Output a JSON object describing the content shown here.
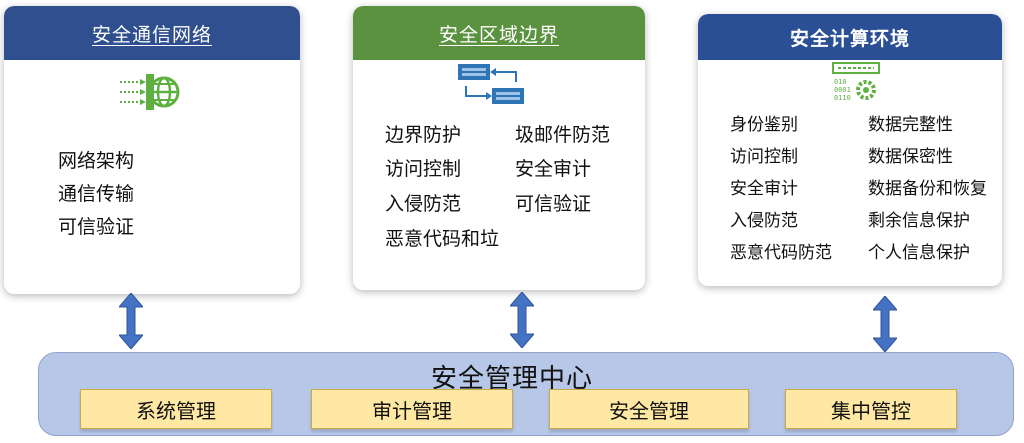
{
  "colors": {
    "network_header": "#2f4f8f",
    "boundary_header": "#5a9240",
    "compute_header": "#2a4f95",
    "center_bg": "#b7c7e7",
    "button_bg": "#ffe8a3",
    "arrow": "#4472c4"
  },
  "network": {
    "title": "安全通信网络",
    "icon": "network-globe-icon",
    "items": [
      "网络架构",
      "通信传输",
      "可信验证"
    ]
  },
  "boundary": {
    "title": "安全区域边界",
    "icon": "server-exchange-icon",
    "items_left": [
      "边界防护",
      "访问控制",
      "入侵防范",
      "恶意代码和垃"
    ],
    "items_right": [
      "圾邮件防范",
      "安全审计",
      "可信验证"
    ]
  },
  "compute": {
    "title": "安全计算环境",
    "icon": "code-gear-icon",
    "items_left": [
      "身份鉴别",
      "访问控制",
      "安全审计",
      "入侵防范",
      "恶意代码防范"
    ],
    "items_right": [
      "数据完整性",
      "数据保密性",
      "数据备份和恢复",
      "剩余信息保护",
      "个人信息保护"
    ]
  },
  "center": {
    "title": "安全管理中心",
    "buttons": [
      "系统管理",
      "审计管理",
      "安全管理",
      "集中管控"
    ]
  }
}
